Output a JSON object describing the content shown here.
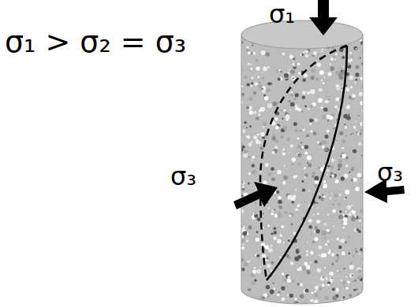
{
  "diagram": {
    "labels": [
      "σ₁ > σ₂ = σ₃",
      "σ₁",
      "σ₃",
      "σ₃"
    ]
  }
}
